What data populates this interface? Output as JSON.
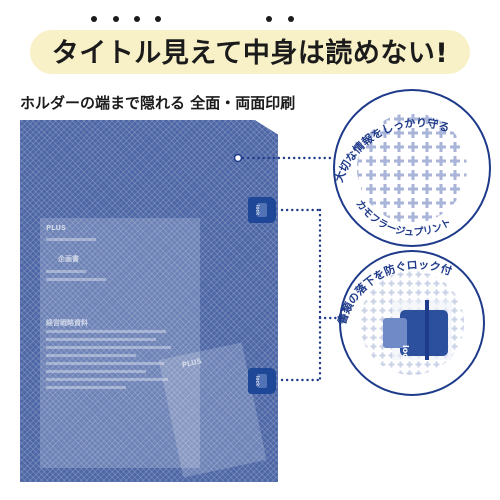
{
  "headline": "タイトル見えて中身は読めない!",
  "subhead": "ホルダーの端まで隠れる 全面・両面印刷",
  "folder_doc": {
    "brand": "PLUS",
    "doc_title_1": "PLUS",
    "doc_title_2": "企画書",
    "doc_title_3": "経営戦略資料",
    "tab_label": "lock"
  },
  "callout_top": {
    "arc_top": "大切な情報をしっかり守る",
    "arc_bottom": "カモフラージュプリント"
  },
  "callout_bottom": {
    "arc_top": "書類の落下を防ぐロック付",
    "lock_label": "lock"
  },
  "colors": {
    "navy": "#1e3a8a",
    "folder_blue": "#4d67a6",
    "banner": "#f8f1c7",
    "pattern": "#a8b4d8"
  }
}
